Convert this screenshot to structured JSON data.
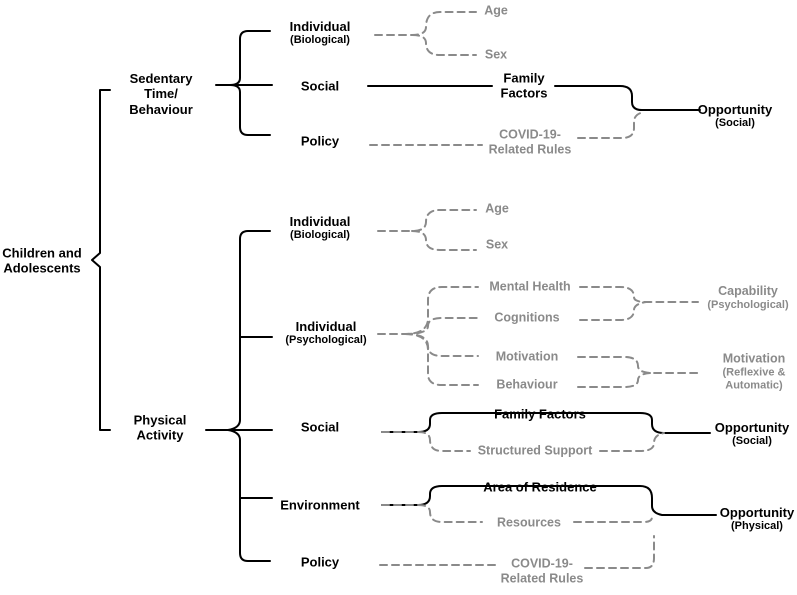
{
  "root": "Children and Adolescents",
  "top": {
    "branch": "Sedentary Time/ Behaviour",
    "individual": {
      "title": "Individual",
      "sub": "(Biological)"
    },
    "social": "Social",
    "policy": "Policy",
    "age": "Age",
    "sex": "Sex",
    "family": "Family Factors",
    "covid": "COVID-19- Related Rules",
    "opportunity": {
      "title": "Opportunity",
      "sub": "(Social)"
    }
  },
  "bottom": {
    "branch": "Physical Activity",
    "individual_bio": {
      "title": "Individual",
      "sub": "(Biological)"
    },
    "age": "Age",
    "sex": "Sex",
    "individual_psy": {
      "title": "Individual",
      "sub": "(Psychological)"
    },
    "mental_health": "Mental Health",
    "cognitions": "Cognitions",
    "motivation": "Motivation",
    "behaviour": "Behaviour",
    "capability": {
      "title": "Capability",
      "sub": "(Psychological)"
    },
    "motivation_out": {
      "title": "Motivation",
      "sub": "(Reflexive & Automatic)"
    },
    "social": "Social",
    "family": "Family Factors",
    "structured": "Structured Support",
    "opportunity_social": {
      "title": "Opportunity",
      "sub": "(Social)"
    },
    "environment": "Environment",
    "residence": "Area of Residence",
    "resources": "Resources",
    "opportunity_physical": {
      "title": "Opportunity",
      "sub": "(Physical)"
    },
    "policy": "Policy",
    "covid": "COVID-19- Related Rules"
  },
  "colors": {
    "solid": "#000000",
    "dashed": "#8a8a8a"
  }
}
